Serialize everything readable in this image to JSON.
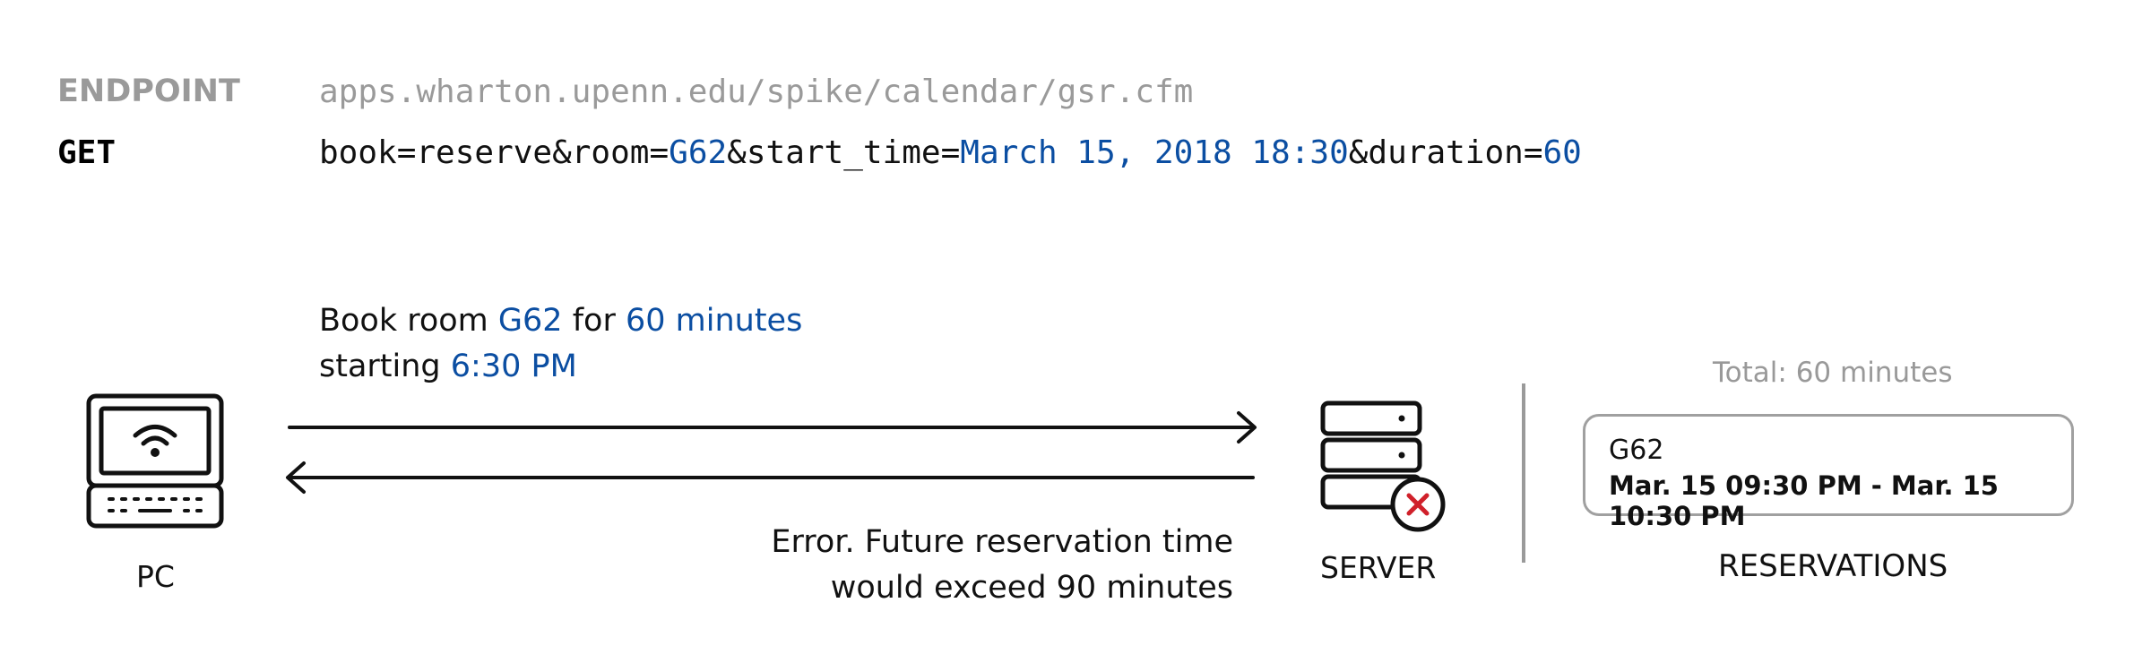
{
  "endpoint": {
    "label": "ENDPOINT",
    "url": "apps.wharton.upenn.edu/spike/calendar/gsr.cfm"
  },
  "get": {
    "label": "GET",
    "p1": "book=reserve&room=",
    "room": "G62",
    "p2": "&start_time=",
    "start_time": "March 15, 2018 18:30",
    "p3": "&duration=",
    "duration": "60"
  },
  "request": {
    "t1": "Book room ",
    "room": "G62",
    "t2": " for ",
    "duration": "60 minutes",
    "t3": "starting ",
    "time": "6:30 PM"
  },
  "response": {
    "line1": "Error. Future reservation time",
    "line2": "would exceed 90 minutes"
  },
  "pc": {
    "caption": "PC",
    "icon": "laptop-wifi-icon"
  },
  "server": {
    "caption": "SERVER",
    "icon": "server-error-icon"
  },
  "reservations": {
    "total": "Total: 60 minutes",
    "room": "G62",
    "time": "Mar. 15 09:30 PM - Mar. 15 10:30 PM",
    "caption": "RESERVATIONS"
  },
  "colors": {
    "accent": "#0b4ea2",
    "muted": "#9a9a9a",
    "error": "#d0202a",
    "ink": "#111111"
  }
}
